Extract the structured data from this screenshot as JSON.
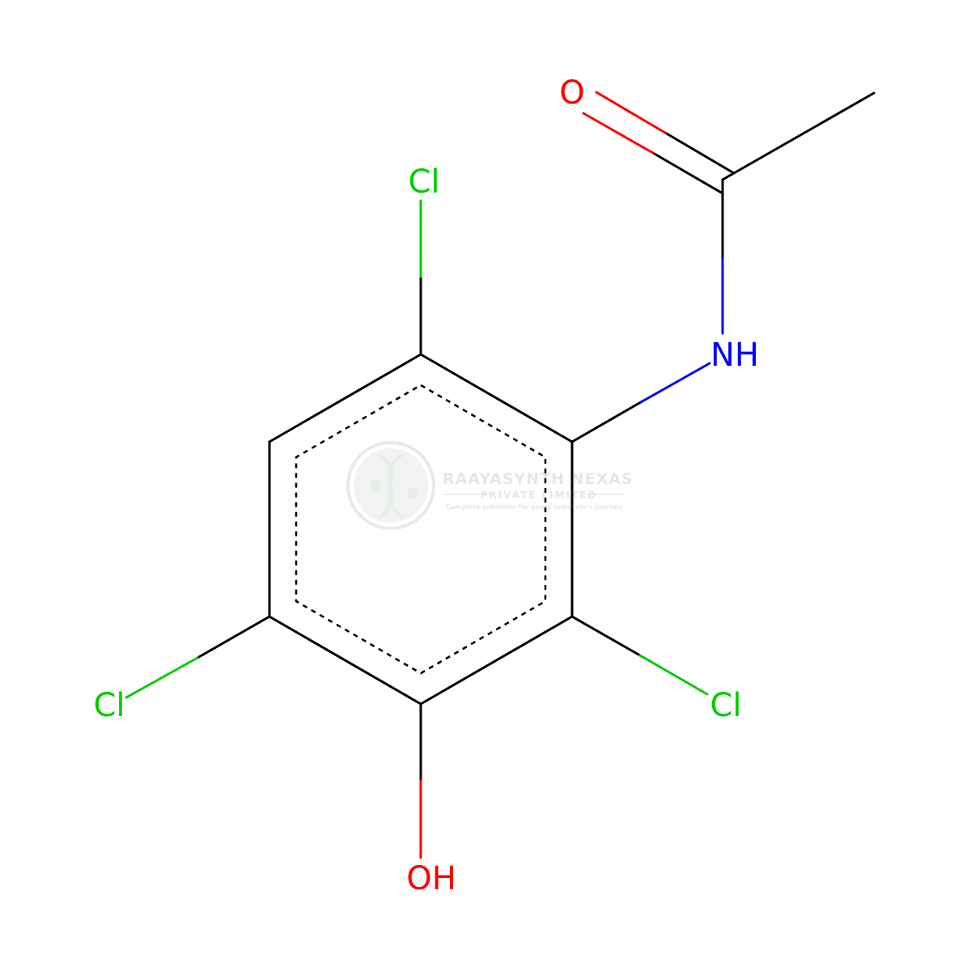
{
  "molecule": {
    "atoms": {
      "o_carbonyl": "O",
      "nh": "NH",
      "cl_top": "Cl",
      "cl_left": "Cl",
      "cl_right": "Cl",
      "oh": "OH"
    },
    "colors": {
      "bond": "#000000",
      "oxygen": "#ff0000",
      "nitrogen": "#0000ff",
      "chlorine": "#00cc00"
    }
  },
  "watermark": {
    "title": "RAAYASYNTH NEXAS",
    "subtitle": "PRIVATE LIMITED",
    "tagline": "Complete solutions for every molecule's journey",
    "icon": "dna-helix-icon"
  }
}
